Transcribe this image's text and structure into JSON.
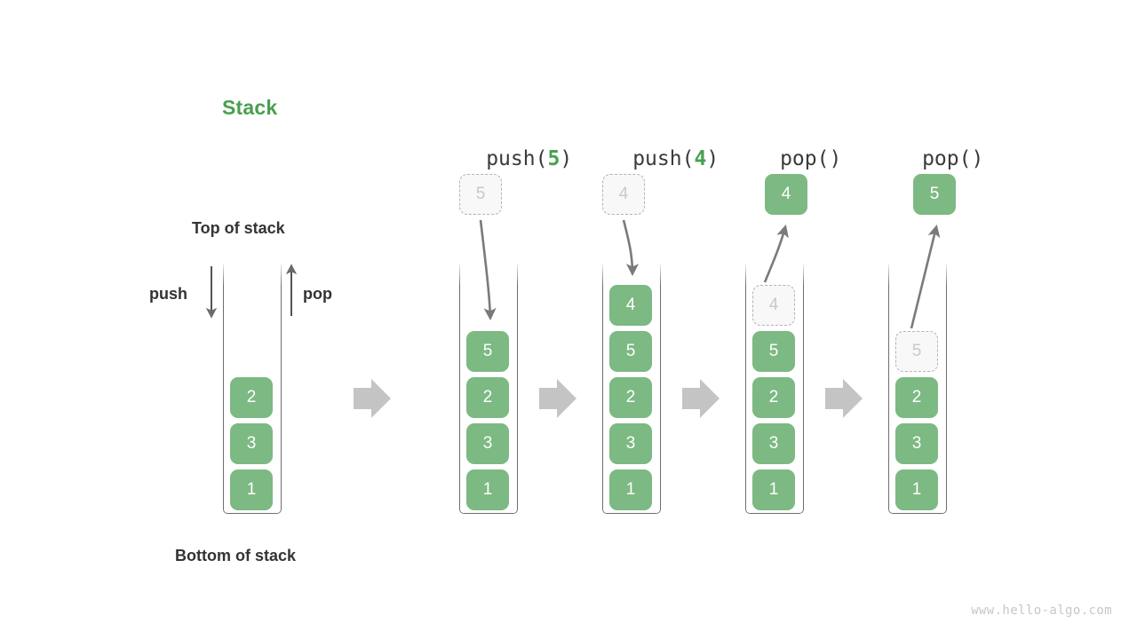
{
  "diagram": {
    "title": "Stack",
    "top_label": "Top of stack",
    "bottom_label": "Bottom of stack",
    "push_label": "push",
    "pop_label": "pop",
    "watermark": "www.hello-algo.com",
    "colors": {
      "element": "#7cb983",
      "title": "#47a04f",
      "ghost_fill": "#f8f8f8",
      "ghost_border": "#b4b4b4",
      "ghost_text": "#c9c9c9",
      "container_border": "#6e6e6e",
      "transition_arrow": "#c4c4c4",
      "text": "#333333"
    }
  },
  "states": [
    {
      "id": "initial",
      "op_prefix": "",
      "op_arg": "",
      "op_suffix": "",
      "stack": [
        "2",
        "3",
        "1"
      ],
      "floating": null,
      "ghost_index": -1
    },
    {
      "id": "push-5",
      "op_prefix": "push(",
      "op_arg": "5",
      "op_suffix": ")",
      "stack": [
        "5",
        "2",
        "3",
        "1"
      ],
      "floating": {
        "value": "5",
        "style": "ghost",
        "direction": "down"
      },
      "ghost_index": -1
    },
    {
      "id": "push-4",
      "op_prefix": "push(",
      "op_arg": "4",
      "op_suffix": ")",
      "stack": [
        "4",
        "5",
        "2",
        "3",
        "1"
      ],
      "floating": {
        "value": "4",
        "style": "ghost",
        "direction": "down"
      },
      "ghost_index": -1
    },
    {
      "id": "pop-1",
      "op_prefix": "pop(",
      "op_arg": "",
      "op_suffix": ")",
      "stack": [
        "4",
        "5",
        "2",
        "3",
        "1"
      ],
      "floating": {
        "value": "4",
        "style": "solid",
        "direction": "up"
      },
      "ghost_index": 0
    },
    {
      "id": "pop-2",
      "op_prefix": "pop(",
      "op_arg": "",
      "op_suffix": ")",
      "stack": [
        "5",
        "2",
        "3",
        "1"
      ],
      "floating": {
        "value": "5",
        "style": "solid",
        "direction": "up"
      },
      "ghost_index": 0
    }
  ],
  "transition_arrows": [
    {
      "from": "initial",
      "to": "push-5"
    },
    {
      "from": "push-5",
      "to": "push-4"
    },
    {
      "from": "push-4",
      "to": "pop-1"
    },
    {
      "from": "pop-1",
      "to": "pop-2"
    }
  ]
}
